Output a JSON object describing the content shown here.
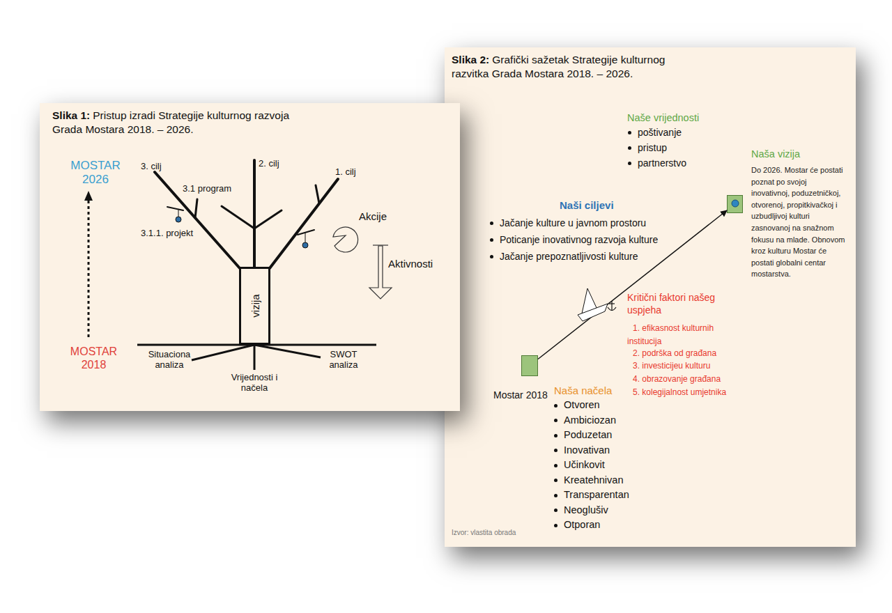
{
  "diagram": {
    "nodes": [
      {
        "text": [
          "Slika 1:",
          "Pristup izradi Strategije kulturnog razvoja Grada Mostara 2018. – 2026."
        ]
      },
      {
        "text": [
          "vizija"
        ],
        "in": 0
      },
      {
        "text": [
          "Slika 2:",
          "Grafički sažetak Strategije kulturnog razvitka Grada Mostara 2018. – 2026."
        ]
      },
      {
        "text": [
          "Mostar 2018"
        ],
        "in": 2
      },
      {
        "text": [
          "Naša vizija",
          "Do 2026. Mostar će postati poznat po svojoj inovativnoj, poduzetničkoj, otvorenoj, propitkivačkoj i uzbudljivoj kulturi zasnovanoj na snažnom fokusu na mlade. Obnovom kroz kulturu Mostar će postati globalni centar mostarstva."
        ],
        "in": 2
      }
    ],
    "edges": [
      {
        "from": 3,
        "to": 4,
        "arrow": "to"
      }
    ],
    "labels": [
      "MOSTAR 2026",
      "3. cilj",
      "2. cilj",
      "1. cilj",
      "3.1 program",
      "Akcije",
      "3.1.1. projekt",
      "Aktivnosti",
      "MOSTAR 2018",
      "Situaciona analiza",
      "SWOT analiza",
      "Vrijednosti i načela",
      "Naše vrijednosti",
      "poštivanje",
      "pristup",
      "partnerstvo",
      "Naši ciljevi",
      "Jačanje kulture u javnom prostoru",
      "Poticanje inovativnog razvoja kulture",
      "Jačanje prepoznatljivosti kulture",
      "Kritični faktori našeg uspjeha",
      "1. efikasnost kulturnih institucija",
      "2. podrška od građana",
      "3. investicijeu kulturu",
      "4. obrazovanje građana",
      "5. kolegijalnost umjetnika",
      "Naša načela",
      "Otvoren",
      "Ambiciozan",
      "Poduzetan",
      "Inovativan",
      "Učinkovit",
      "Kreatehnivan",
      "Transparentan",
      "Neoglušiv",
      "Otporan",
      "Izvor: vlastita obrada"
    ]
  }
}
